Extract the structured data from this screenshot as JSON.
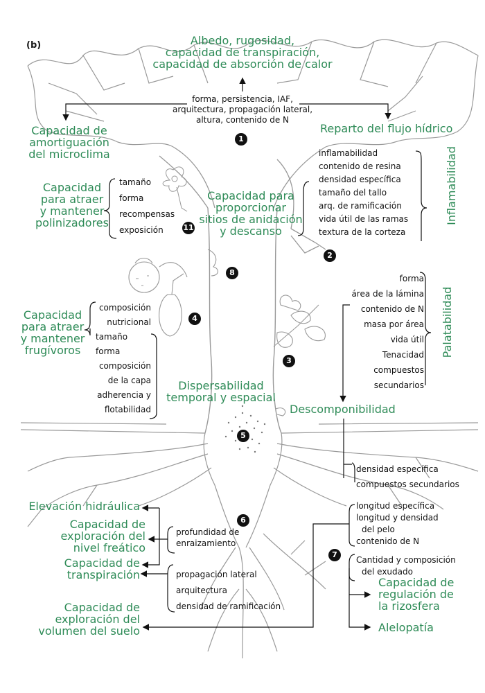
{
  "panel_label": "(b)",
  "colors": {
    "green": "#2e8b57",
    "ink": "#111111",
    "tree": "#888888"
  },
  "top": {
    "function_lines": [
      "Albedo, rugosidad,",
      "capacidad de transpiración,",
      "capacidad de absorción de calor"
    ],
    "trait_lines": [
      "forma, persistencia, IAF,",
      "arquitectura, propagación lateral,",
      "altura, contenido de N"
    ],
    "left_function_lines": [
      "Capacidad de",
      "amortiguación",
      "del microclima"
    ],
    "right_function": "Reparto del flujo hídrico"
  },
  "markers": [
    "1",
    "2",
    "3",
    "4",
    "5",
    "6",
    "7",
    "8",
    "11"
  ],
  "flammability": {
    "title": "Inflamabilidad",
    "traits": [
      "inflamabilidad",
      "contenido de resina",
      "densidad específica",
      "tamaño del tallo",
      "arq. de ramificación",
      "vida útil de las ramas",
      "textura de la corteza"
    ]
  },
  "nesting": {
    "lines": [
      "Capacidad para",
      "proporcionar",
      "sitios de anidación",
      "y descanso"
    ]
  },
  "pollinators": {
    "lines": [
      "Capacidad",
      "para atraer",
      "y mantener",
      "polinizadores"
    ],
    "traits": [
      "tamaño",
      "forma",
      "recompensas",
      "exposición"
    ]
  },
  "palatability": {
    "title": "Palatabilidad",
    "traits": [
      "forma",
      "área de la lámina",
      "contenido de N",
      "masa por área",
      "vida útil",
      "Tenacidad",
      "compuestos",
      "secundarios"
    ]
  },
  "frugivores": {
    "lines": [
      "Capacidad",
      "para atraer",
      "y mantener",
      "frugívoros"
    ],
    "traits": [
      "composición",
      "nutricional",
      "tamaño",
      "forma",
      "composición",
      "de la capa",
      "adherencia y",
      "flotabilidad"
    ]
  },
  "dispersal": {
    "lines": [
      "Dispersabilidad",
      "temporal y espacial"
    ]
  },
  "decomposability": {
    "title": "Descomponibilidad",
    "traits": [
      "densidad específica",
      "compuestos secundarios"
    ]
  },
  "roots": {
    "hydraulic_lift": "Elevación hidráulica",
    "water_table_lines": [
      "Capacidad de",
      "exploración del",
      "nivel freático"
    ],
    "transpiration_lines": [
      "Capacidad de",
      "transpiración"
    ],
    "soil_volume_lines": [
      "Capacidad de",
      "exploración del",
      "volumen del suelo"
    ],
    "depth_traits": [
      "profundidad de",
      "enraizamiento"
    ],
    "spread_traits": [
      "propagación lateral",
      "arquitectura",
      "densidad de ramificación"
    ],
    "fine_root_traits": [
      "longitud específica",
      "longitud y densidad",
      "del pelo",
      "contenido de N"
    ],
    "exudate_traits": [
      "Cantidad y composición",
      "del exudado"
    ],
    "rhizosphere_lines": [
      "Capacidad de",
      "regulación de",
      "la rizosfera"
    ],
    "allelopathy": "Alelopatía"
  }
}
